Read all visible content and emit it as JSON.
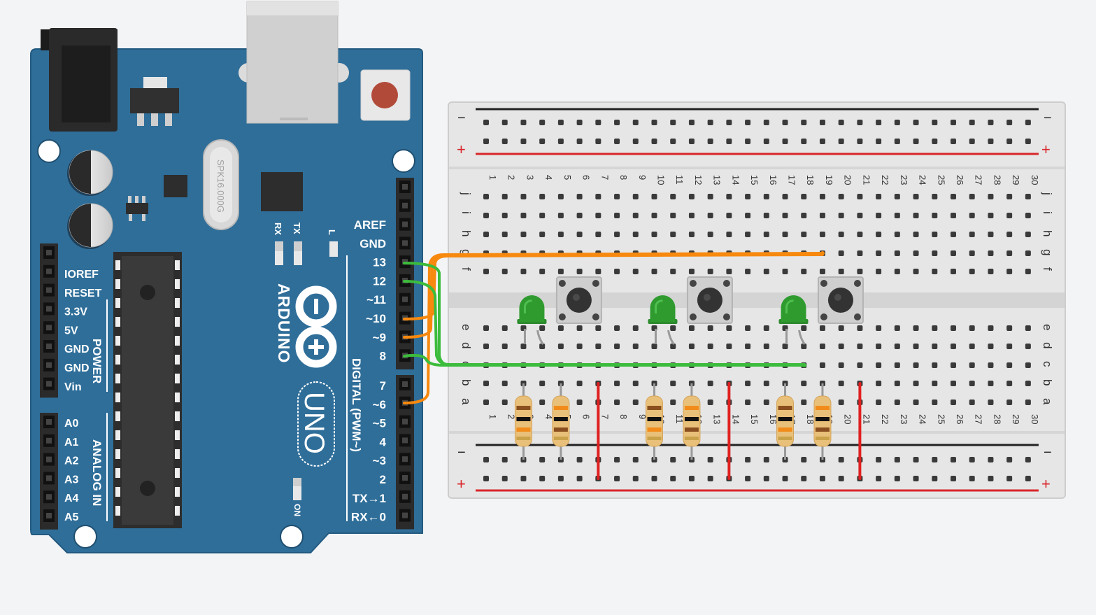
{
  "board": {
    "brand": "ARDUINO",
    "model": "UNO",
    "crystal": "SPK16.000G",
    "on_label": "ON",
    "l_label": "L",
    "tx_label": "TX",
    "rx_label": "RX",
    "power_label": "POWER",
    "analog_label": "ANALOG IN",
    "digital_label": "DIGITAL (PWM~)",
    "power_pins": [
      "IOREF",
      "RESET",
      "3.3V",
      "5V",
      "GND",
      "GND",
      "Vin"
    ],
    "analog_pins": [
      "A0",
      "A1",
      "A2",
      "A3",
      "A4",
      "A5"
    ],
    "digital_top_pins": [
      "AREF",
      "GND",
      "13",
      "12",
      "~11",
      "~10",
      "~9",
      "8"
    ],
    "digital_bottom_pins": [
      "7",
      "~6",
      "~5",
      "4",
      "~3",
      "2",
      "TX→1",
      "RX←0"
    ]
  },
  "breadboard": {
    "minus_label": "−",
    "plus_label": "+",
    "column_numbers": [
      "1",
      "2",
      "3",
      "4",
      "5",
      "6",
      "7",
      "8",
      "9",
      "10",
      "11",
      "12",
      "13",
      "14",
      "15",
      "16",
      "17",
      "18",
      "19",
      "20",
      "21",
      "22",
      "23",
      "24",
      "25",
      "26",
      "27",
      "28",
      "29",
      "30"
    ],
    "top_row_letters": [
      "j",
      "i",
      "h",
      "g",
      "f"
    ],
    "bottom_row_letters": [
      "e",
      "d",
      "c",
      "b",
      "a"
    ]
  },
  "colors": {
    "background": "#f3f4f6",
    "board_blue": "#2f6e99",
    "board_edge": "#235a80",
    "header_black": "#2b2b2b",
    "breadboard": "#e6e6e6",
    "rail_red": "#d9262a",
    "rail_black": "#222222",
    "wire_orange": "#f7890f",
    "wire_green": "#3cbc3c",
    "led_green": "#2f9b2f",
    "wire_red": "#e02020"
  },
  "components": {
    "leds": [
      "LED",
      "LED",
      "LED"
    ],
    "buttons": [
      "pushbutton",
      "pushbutton",
      "pushbutton"
    ],
    "resistors": [
      "resistor",
      "resistor",
      "resistor",
      "resistor",
      "resistor",
      "resistor"
    ]
  }
}
